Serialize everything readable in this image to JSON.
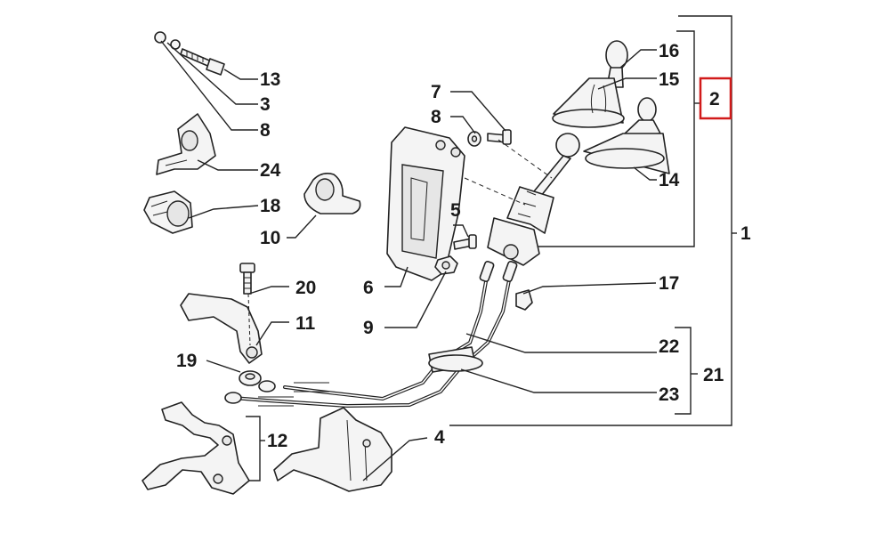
{
  "diagram": {
    "highlight_color": "#d11a1a",
    "callouts": [
      {
        "id": "c16",
        "label": "16"
      },
      {
        "id": "c15",
        "label": "15"
      },
      {
        "id": "c2",
        "label": "2",
        "highlighted": true
      },
      {
        "id": "c14",
        "label": "14"
      },
      {
        "id": "c1",
        "label": "1"
      },
      {
        "id": "c13",
        "label": "13"
      },
      {
        "id": "c3",
        "label": "3"
      },
      {
        "id": "c8a",
        "label": "8"
      },
      {
        "id": "c24",
        "label": "24"
      },
      {
        "id": "c18",
        "label": "18"
      },
      {
        "id": "c10",
        "label": "10"
      },
      {
        "id": "c7",
        "label": "7"
      },
      {
        "id": "c8b",
        "label": "8"
      },
      {
        "id": "c5",
        "label": "5"
      },
      {
        "id": "c6",
        "label": "6"
      },
      {
        "id": "c9",
        "label": "9"
      },
      {
        "id": "c20",
        "label": "20"
      },
      {
        "id": "c11",
        "label": "11"
      },
      {
        "id": "c19",
        "label": "19"
      },
      {
        "id": "c17",
        "label": "17"
      },
      {
        "id": "c22",
        "label": "22"
      },
      {
        "id": "c21",
        "label": "21"
      },
      {
        "id": "c23",
        "label": "23"
      },
      {
        "id": "c12",
        "label": "12"
      },
      {
        "id": "c4",
        "label": "4"
      }
    ]
  }
}
